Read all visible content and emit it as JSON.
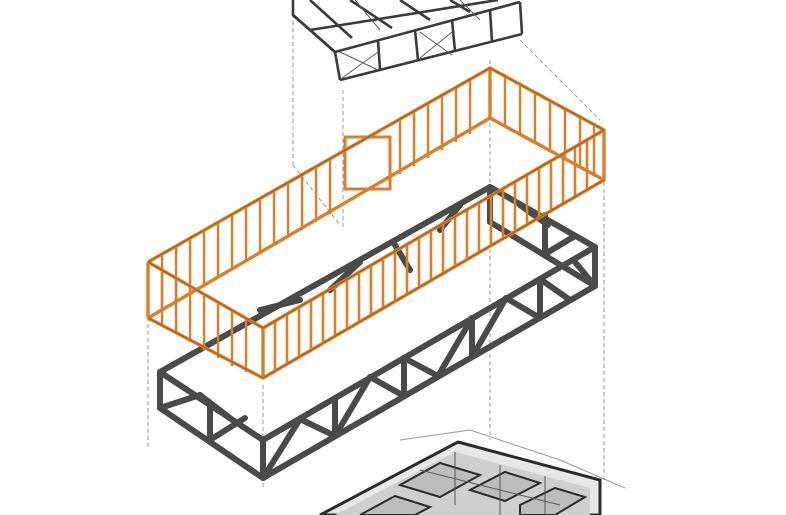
{
  "diagram": {
    "kind": "exploded-axonometric",
    "layers": [
      {
        "name": "roof-frame",
        "color": "#3a3a3a"
      },
      {
        "name": "timber-stud-walls",
        "color": "#d97f2a"
      },
      {
        "name": "steel-truss-base",
        "color": "#4a4a4a"
      },
      {
        "name": "floor-plan",
        "color": "#2b2b2b"
      }
    ],
    "guide_line_color": "#9a9a9a"
  }
}
